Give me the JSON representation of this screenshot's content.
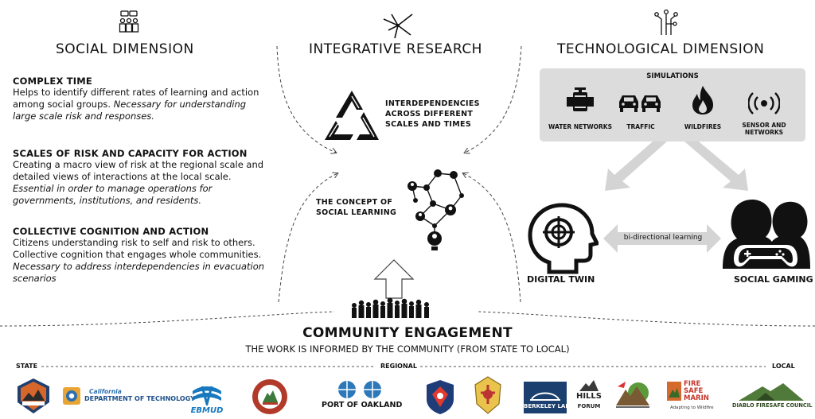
{
  "social": {
    "title": "SOCIAL DIMENSION",
    "sections": [
      {
        "heading": "COMPLEX TIME",
        "body": "Helps to identify different rates of learning and action among social groups.",
        "italic": "Necessary for understanding large scale risk and responses."
      },
      {
        "heading": "SCALES OF RISK AND CAPACITY FOR ACTION",
        "body": "Creating a macro view of risk at the regional scale and detailed views of interactions at the local scale.",
        "italic": "Essential in order to manage operations for governments, institutions, and residents."
      },
      {
        "heading": "COLLECTIVE COGNITION AND ACTION",
        "body": "Citizens understanding risk to self and risk to others. Collective cognition that engages whole communities.",
        "italic": "Necessary to address interdependencies in evacuation scenarios"
      }
    ]
  },
  "integrative": {
    "title": "INTEGRATIVE RESEARCH",
    "interdependencies": "INTERDEPENDENCIES ACROSS DIFFERENT SCALES AND TIMES",
    "social_learning": "THE CONCEPT OF SOCIAL LEARNING"
  },
  "technological": {
    "title": "TECHNOLOGICAL DIMENSION",
    "simulations_label": "SIMULATIONS",
    "simulations": [
      "WATER NETWORKS",
      "TRAFFIC",
      "WILDFIRES",
      "SENSOR AND NETWORKS"
    ],
    "digital_twin": "DIGITAL TWIN",
    "social_gaming": "SOCIAL GAMING",
    "bidirectional": "bi-directional learning"
  },
  "community": {
    "title": "COMMUNITY ENGAGEMENT",
    "subtitle": "THE WORK IS INFORMED BY THE COMMUNITY (FROM STATE TO LOCAL)",
    "scale_labels": {
      "state": "STATE",
      "regional": "REGIONAL",
      "local": "LOCAL"
    }
  },
  "logos": {
    "cal_dept_1": "California",
    "cal_dept_2": "DEPARTMENT OF TECHNOLOGY",
    "ebmud": "EBMUD",
    "port": "PORT OF OAKLAND",
    "berkeley": "BERKELEY LAB",
    "hills_1": "HILLS",
    "hills_2": "FORUM",
    "fire_safe_1": "FIRE",
    "fire_safe_2": "SAFE",
    "fire_safe_3": "MARIN",
    "fire_safe_4": "Adapting to Wildfire",
    "diablo": "DIABLO FIRESAFE COUNCIL"
  },
  "colors": {
    "grey_box": "#dcdcdc",
    "arrow_grey": "#d4d4d4",
    "dark": "#111111"
  }
}
